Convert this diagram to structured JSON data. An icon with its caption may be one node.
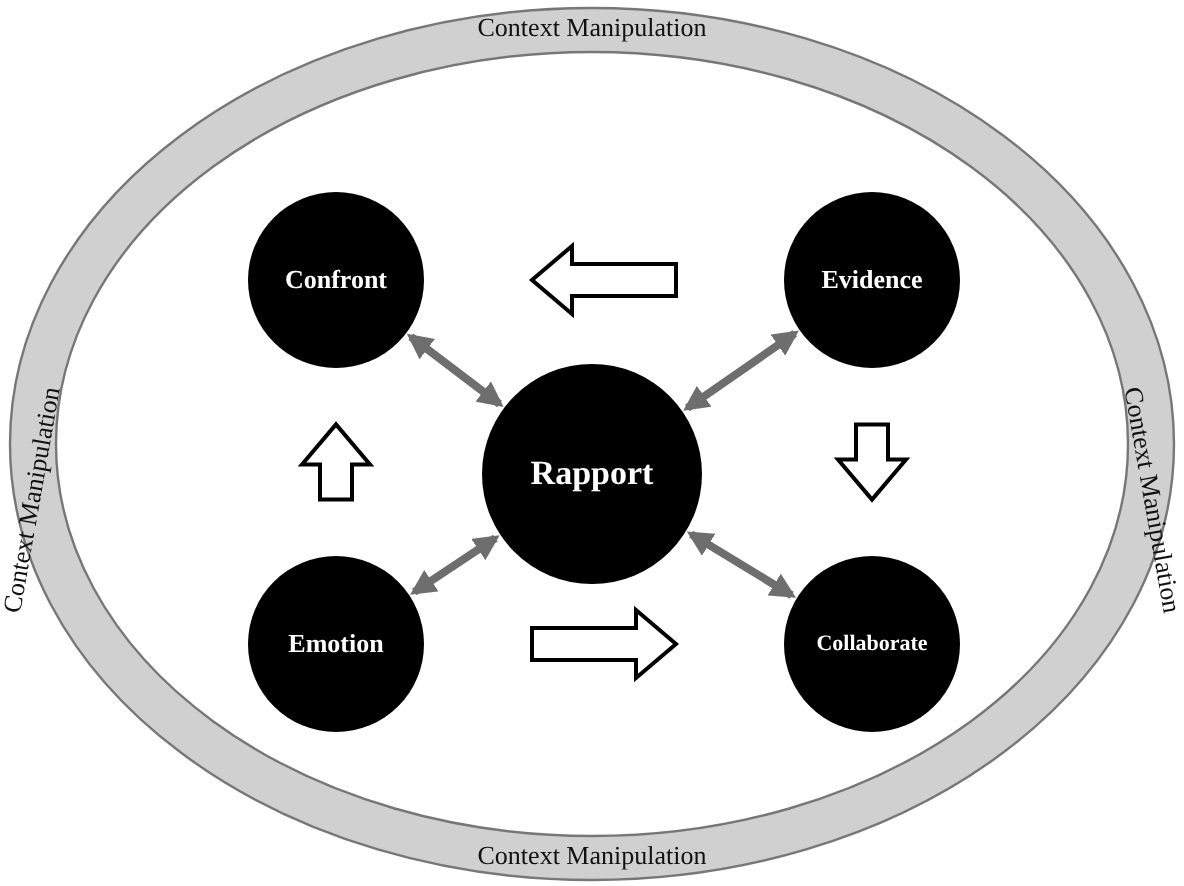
{
  "diagram": {
    "nodes": [
      {
        "text": [
          "Context Manipulation",
          "Context Manipulation",
          "Context Manipulation",
          "Context Manipulation"
        ]
      },
      {
        "text": [
          "Confront"
        ],
        "in": 0
      },
      {
        "text": [
          "Evidence"
        ],
        "in": 0
      },
      {
        "text": [
          "Rapport"
        ],
        "in": 0
      },
      {
        "text": [
          "Emotion"
        ],
        "in": 0
      },
      {
        "text": [
          "Collaborate"
        ],
        "in": 0
      }
    ],
    "edges": [
      {
        "from": 3,
        "to": 1,
        "arrow": "both",
        "color": "#6e6e6e"
      },
      {
        "from": 3,
        "to": 2,
        "arrow": "both",
        "color": "#6e6e6e"
      },
      {
        "from": 3,
        "to": 4,
        "arrow": "both",
        "color": "#6e6e6e"
      },
      {
        "from": 3,
        "to": 5,
        "arrow": "both",
        "color": "#6e6e6e"
      },
      {
        "from": 2,
        "to": 1,
        "arrow": "to",
        "style": "thick"
      },
      {
        "from": 4,
        "to": 1,
        "arrow": "to",
        "style": "thick"
      },
      {
        "from": 4,
        "to": 5,
        "arrow": "to",
        "style": "thick"
      },
      {
        "from": 2,
        "to": 5,
        "arrow": "to",
        "style": "thick"
      }
    ]
  }
}
